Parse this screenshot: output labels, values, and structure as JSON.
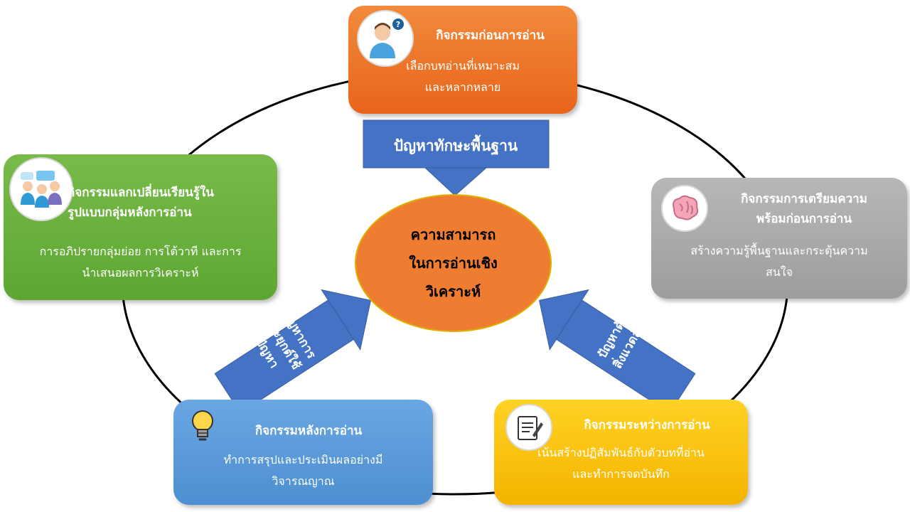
{
  "center": {
    "line1": "ความสามารถ",
    "line2": "ในการอ่านเชิง",
    "line3": "วิเคราะห์"
  },
  "boxes": {
    "before": {
      "title": "กิจกรรมก่อนการอ่าน",
      "desc1": "เลือกบทอ่านที่เหมาะสม",
      "desc2": "และหลากหลาย",
      "color": "#ed7428",
      "icon": "thinking-man-icon"
    },
    "prep": {
      "title1": "กิจกรรมการเตรียมความ",
      "title2": "พร้อมก่อนการอ่าน",
      "desc1": "สร้างความรู้พื้นฐานและกระตุ้นความ",
      "desc2": "สนใจ",
      "color": "#a6a6a6",
      "icon": "brain-icon"
    },
    "during": {
      "title": "กิจกรรมระหว่างการอ่าน",
      "desc1": "เน้นสร้างปฏิสัมพันธ์กับตัวบทที่อ่าน",
      "desc2": "และทำการจดบันทึก",
      "color": "#fbc20f",
      "icon": "notepad-icon"
    },
    "after": {
      "title": "กิจกรรมหลังการอ่าน",
      "desc1": "ทำการสรุปและประเมินผลอย่างมี",
      "desc2": "วิจารณญาณ",
      "color": "#5b9bd5",
      "icon": "lightbulb-icon"
    },
    "exchange": {
      "title1": "กิจกรรมแลกเปลี่ยนเรียนรู้ใน",
      "title2": "รูปแบบกลุ่มหลังการอ่าน",
      "desc1": "การอภิปรายกลุ่มย่อย การโต้วาที และการ",
      "desc2": "นำเสนอผลการวิเคราะห์",
      "color": "#6aaf3e",
      "icon": "group-discussion-icon"
    }
  },
  "arrows": {
    "top": "ปัญหาทักษะพื้นฐาน",
    "left_line1": "ปัญหาการ",
    "left_line2": "ประยุกต์ใช้",
    "left_line3": "ปัญหา",
    "right_line1": "ปัญหาด้าน",
    "right_line2": "สิ่งแวดล้อม",
    "color": "#4472c4"
  }
}
